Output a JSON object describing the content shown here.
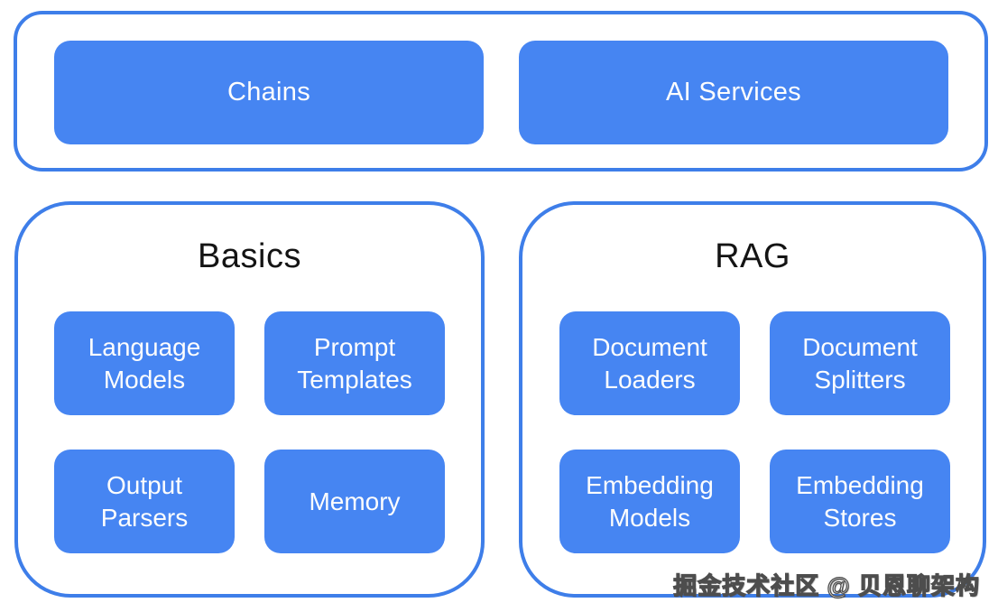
{
  "colors": {
    "node_fill": "#4685f2",
    "container_border": "#3e7ee9",
    "node_text": "#ffffff",
    "title_text": "#141414",
    "background": "#ffffff",
    "watermark_fill": "#ffffff",
    "watermark_outline": "#4d4d4d"
  },
  "top_group": {
    "nodes": [
      {
        "label": "Chains"
      },
      {
        "label": "AI Services"
      }
    ]
  },
  "groups": [
    {
      "title": "Basics",
      "nodes": [
        "Language Models",
        "Prompt Templates",
        "Output Parsers",
        "Memory"
      ]
    },
    {
      "title": "RAG",
      "nodes": [
        "Document Loaders",
        "Document Splitters",
        "Embedding Models",
        "Embedding Stores"
      ]
    }
  ],
  "watermark": {
    "text": "掘金技术社区 @ 贝恩聊架构"
  }
}
